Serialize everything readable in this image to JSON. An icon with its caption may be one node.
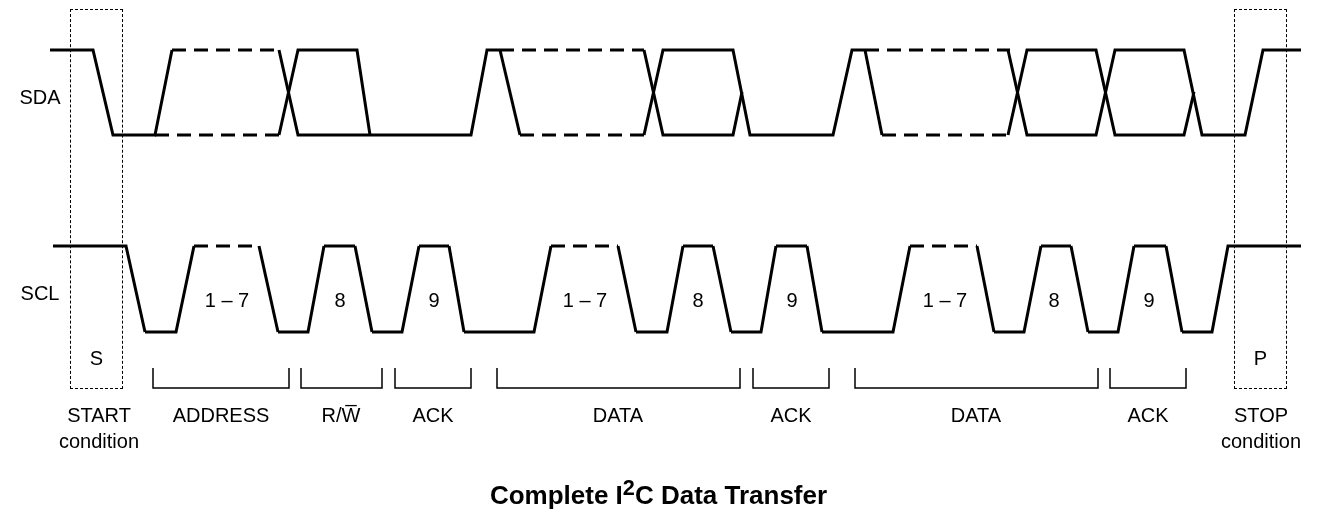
{
  "diagram": {
    "title": "Complete I$^{2}$C Data Transfer",
    "nodes": [
      {
        "text": [
          "S"
        ]
      },
      {
        "text": [
          "P"
        ]
      }
    ],
    "edges": [],
    "labels": [
      "SDA",
      "SCL",
      "1 – 7",
      "8",
      "9",
      "1 – 7",
      "8",
      "9",
      "1 – 7",
      "8",
      "9",
      "START condition",
      "ADDRESS",
      "R/W̅",
      "ACK",
      "DATA",
      "ACK",
      "DATA",
      "ACK",
      "STOP condition"
    ]
  }
}
